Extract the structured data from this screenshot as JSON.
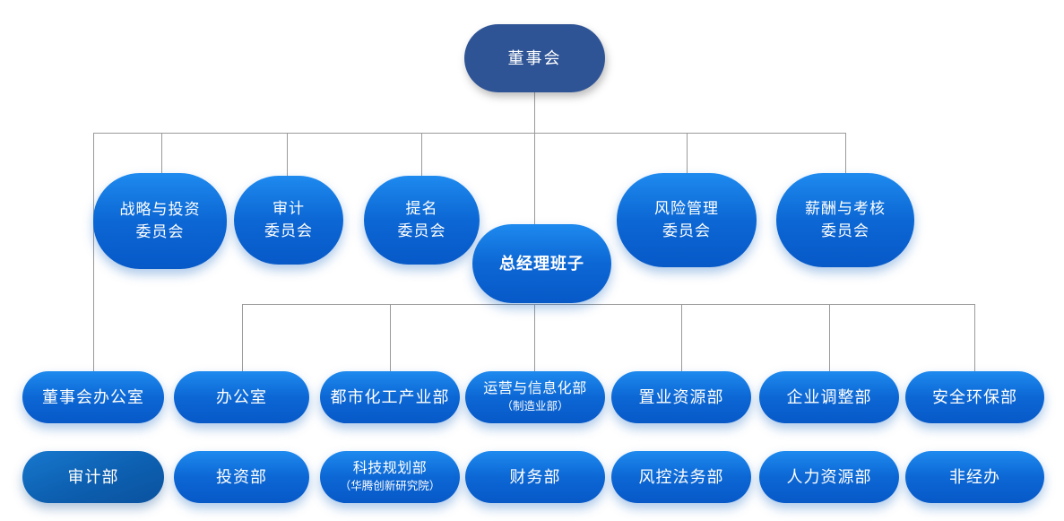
{
  "org_chart": {
    "root": {
      "label": "董事会"
    },
    "committees": [
      {
        "line1": "战略与投资",
        "line2": "委员会"
      },
      {
        "line1": "审计",
        "line2": "委员会"
      },
      {
        "line1": "提名",
        "line2": "委员会"
      },
      {
        "line1": "风险管理",
        "line2": "委员会"
      },
      {
        "line1": "薪酬与考核",
        "line2": "委员会"
      }
    ],
    "gm_team": {
      "label": "总经理班子"
    },
    "departments_row1": [
      {
        "label": "董事会办公室"
      },
      {
        "label": "办公室"
      },
      {
        "label": "都市化工产业部"
      },
      {
        "label": "运营与信息化部",
        "sublabel": "（制造业部）"
      },
      {
        "label": "置业资源部"
      },
      {
        "label": "企业调整部"
      },
      {
        "label": "安全环保部"
      }
    ],
    "departments_row2": [
      {
        "label": "审计部"
      },
      {
        "label": "投资部"
      },
      {
        "label": "科技规划部",
        "sublabel": "（华腾创新研究院）"
      },
      {
        "label": "财务部"
      },
      {
        "label": "风控法务部"
      },
      {
        "label": "人力资源部"
      },
      {
        "label": "非经办"
      }
    ],
    "colors": {
      "root_fill": "#2F5496",
      "node_gradient_top": "#1E8AEF",
      "node_gradient_bottom": "#0759C8",
      "audit_gradient_top": "#1778CE",
      "audit_gradient_bottom": "#0A529F",
      "connector": "#9A9A9A",
      "text": "#FFFFFF"
    }
  }
}
